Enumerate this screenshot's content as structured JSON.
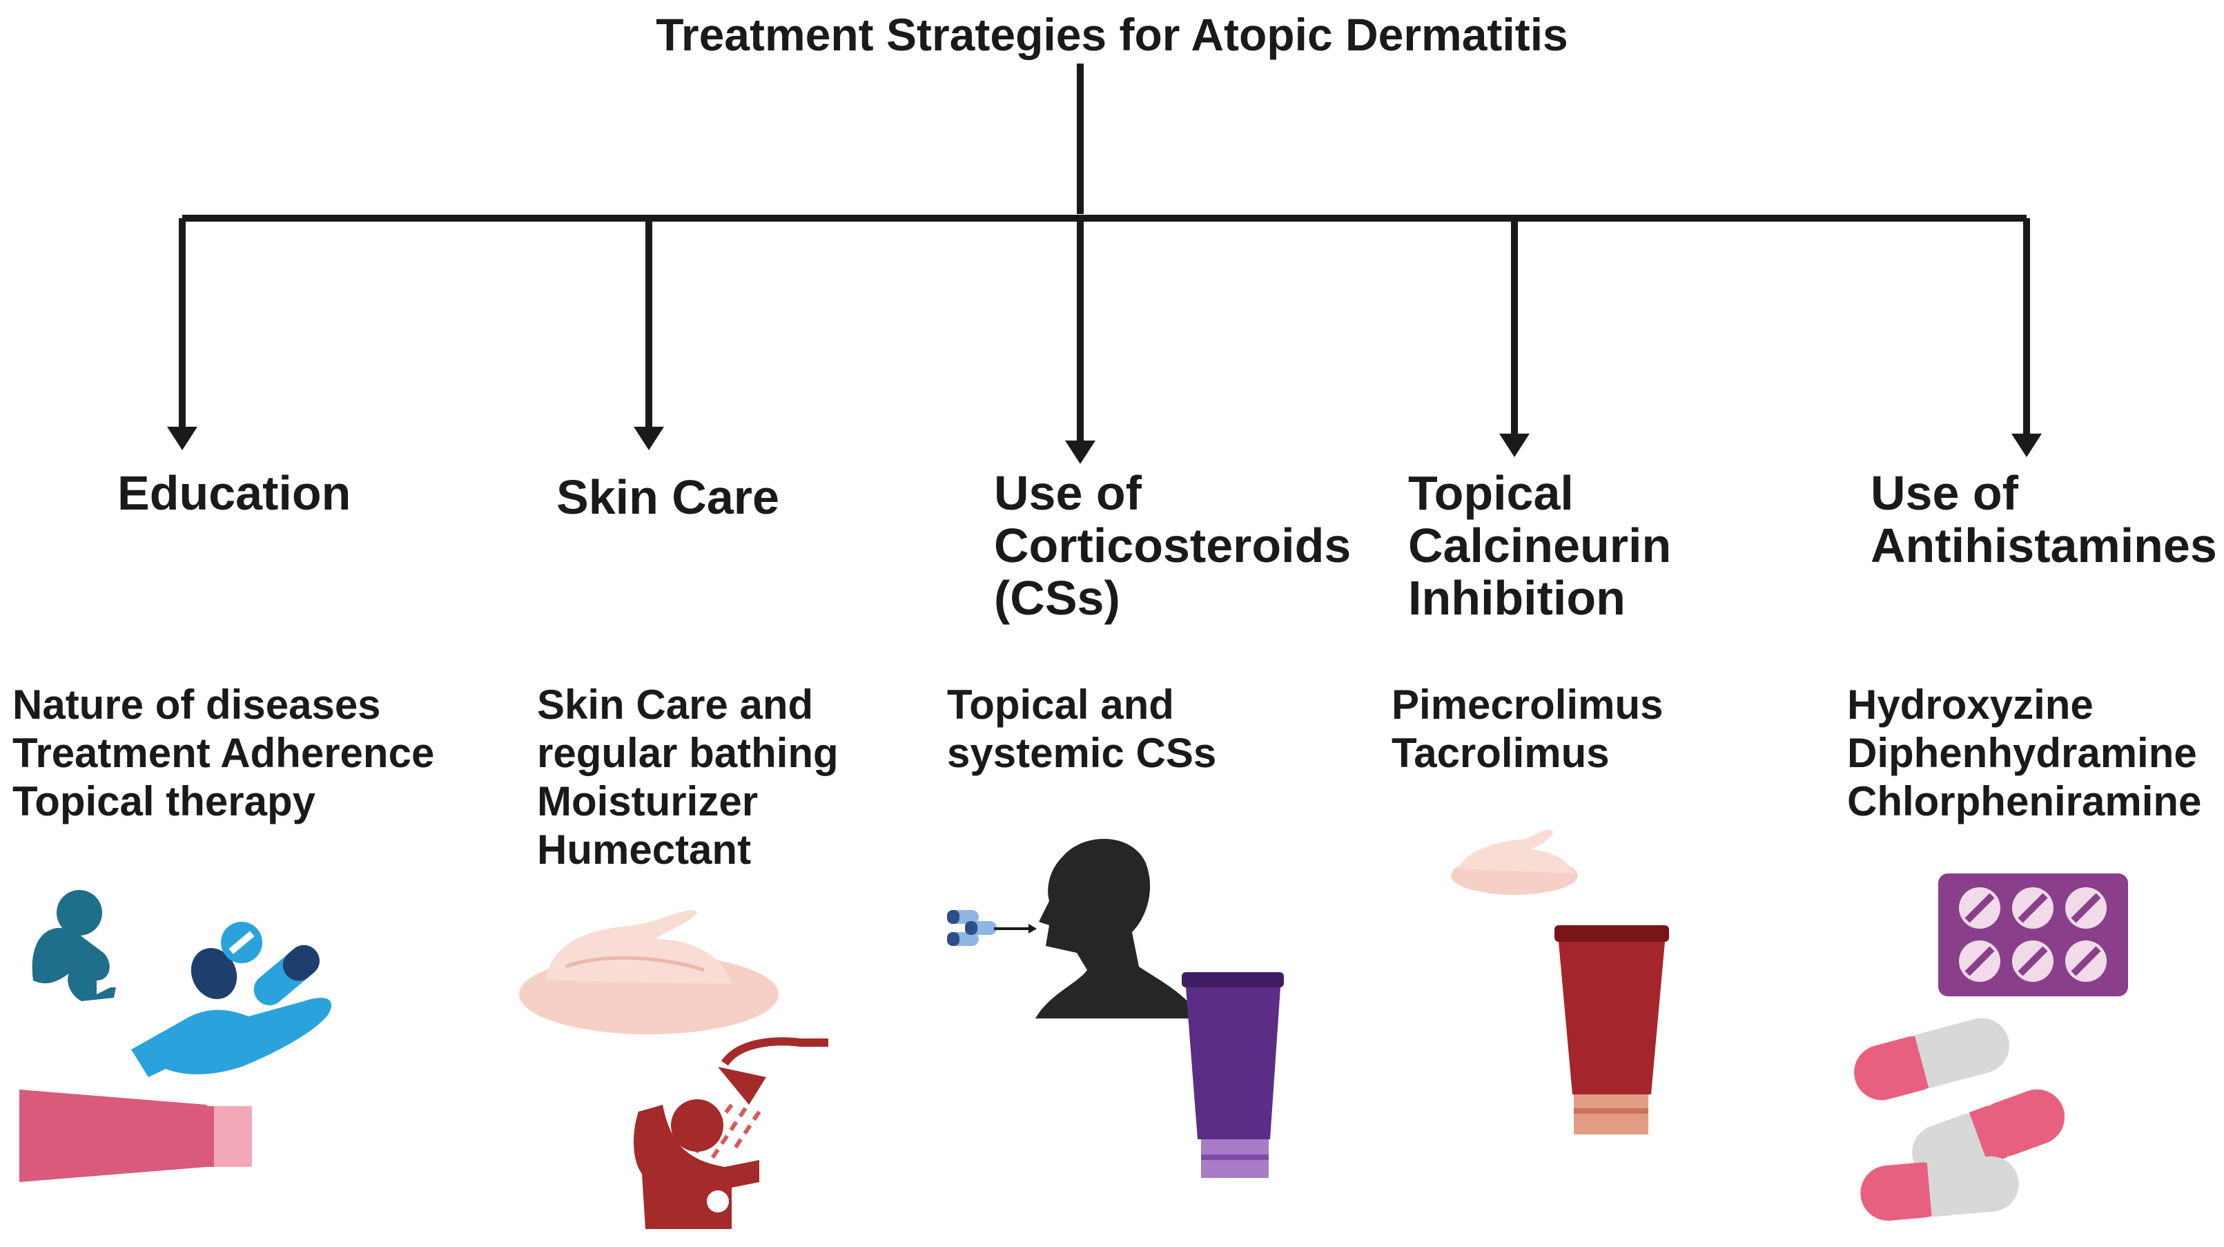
{
  "title": "Treatment Strategies for Atopic Dermatitis",
  "branches": [
    {
      "heading": [
        "Education"
      ],
      "items": [
        "Nature of diseases",
        "Treatment Adherence",
        "Topical therapy"
      ]
    },
    {
      "heading": [
        "Skin Care"
      ],
      "items": [
        "Skin Care and",
        "regular bathing",
        "Moisturizer",
        "Humectant"
      ]
    },
    {
      "heading": [
        "Use of",
        "Corticosteroids",
        "(CSs)"
      ],
      "items": [
        "Topical and",
        "systemic CSs"
      ]
    },
    {
      "heading": [
        "Topical",
        "Calcineurin",
        "Inhibition"
      ],
      "items": [
        "Pimecrolimus",
        "Tacrolimus"
      ]
    },
    {
      "heading": [
        "Use of",
        "Antihistamines"
      ],
      "items": [
        "Hydroxyzine",
        "Diphenhydramine",
        "Chlorpheniramine"
      ]
    }
  ],
  "colors": {
    "connector": "#1a1a1a",
    "education_tube": "#d95a7b",
    "hand": "#2aa3dc",
    "pill_dark": "#1e3f6e",
    "person_teal": "#1f6e8c",
    "cream": "#f6d0c6",
    "bath_figure": "#a52a2a",
    "silhouette": "#262626",
    "cs_tube": "#5b2d87",
    "tcs_tube": "#a4262c",
    "blister": "#8a3f8a",
    "capsule_pink": "#e8607f",
    "capsule_grey": "#d8d8d8"
  },
  "icons": [
    "person-sitting-icon",
    "pill-hand-icon",
    "ointment-tube-icon",
    "cream-dollop-icon",
    "shower-icon",
    "person-swallowing-pills-icon",
    "cream-tube-icon",
    "blister-pack-icon",
    "capsule-icon"
  ]
}
